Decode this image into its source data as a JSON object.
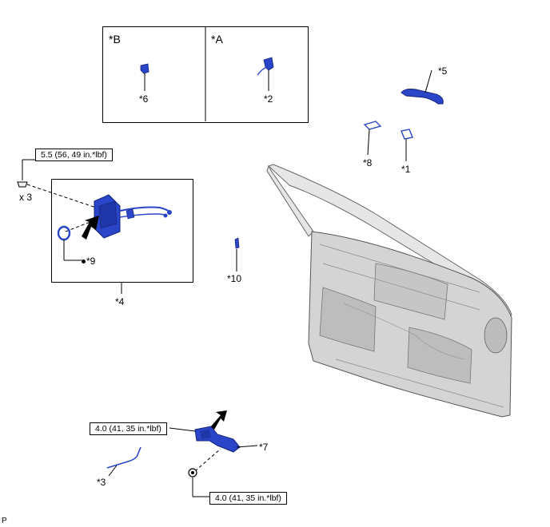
{
  "inset": {
    "left_label": "*B",
    "right_label": "*A"
  },
  "callouts": {
    "c1": "*1",
    "c2": "*2",
    "c3": "*3",
    "c4": "*4",
    "c5": "*5",
    "c6": "*6",
    "c7": "*7",
    "c8": "*8",
    "c9": "*9",
    "c10": "*10"
  },
  "quantity": "x 3",
  "torque": {
    "top": "5.5 (56, 49 in.*lbf)",
    "bracket": "4.0 (41, 35 in.*lbf)",
    "bolt": "4.0 (41, 35 in.*lbf)"
  },
  "corner_code": "P",
  "colors": {
    "part_blue": "#2a45c8",
    "part_dark": "#14237a",
    "door_gray": "#d9d9d9",
    "line": "#000000"
  },
  "icons": {
    "arrow": "black-arrow-icon",
    "bullet": "filled-circle-icon"
  }
}
